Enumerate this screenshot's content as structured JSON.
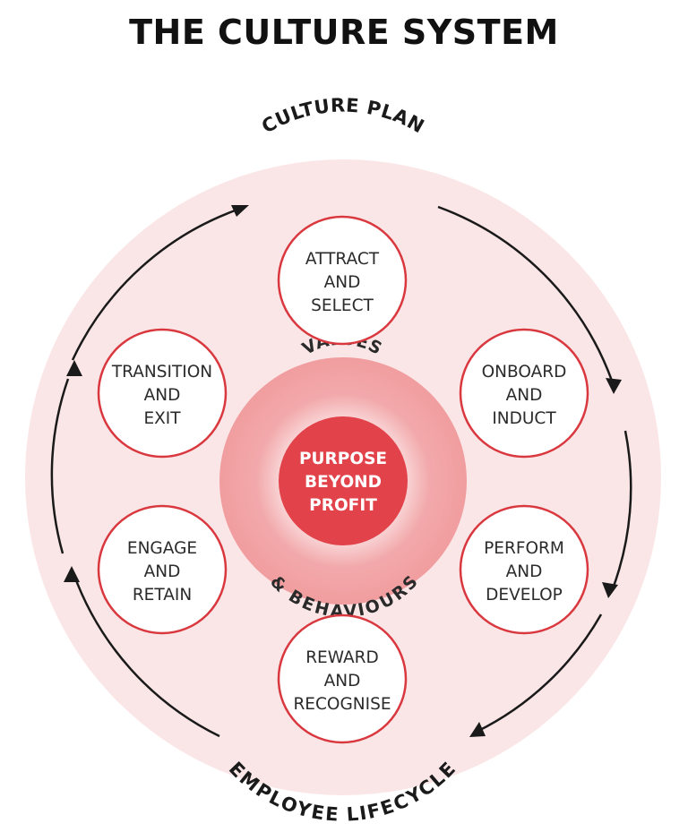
{
  "title": "THE CULTURE SYSTEM",
  "outer": {
    "top_label": "CULTURE PLAN",
    "bottom_label": "EMPLOYEE LIFECYCLE"
  },
  "values_ring": {
    "top_label": "VALUES",
    "bottom_label": "& BEHAVIOURS"
  },
  "core": {
    "lines": [
      "PURPOSE",
      "BEYOND",
      "PROFIT"
    ]
  },
  "stages": [
    {
      "lines": [
        "ATTRACT",
        "AND",
        "SELECT"
      ]
    },
    {
      "lines": [
        "ONBOARD",
        "AND",
        "INDUCT"
      ]
    },
    {
      "lines": [
        "PERFORM",
        "AND",
        "DEVELOP"
      ]
    },
    {
      "lines": [
        "REWARD",
        "AND",
        "RECOGNISE"
      ]
    },
    {
      "lines": [
        "ENGAGE",
        "AND",
        "RETAIN"
      ]
    },
    {
      "lines": [
        "TRANSITION",
        "AND",
        "EXIT"
      ]
    }
  ],
  "colors": {
    "outer_fill": "#fbe6e7",
    "ring_fill": "#f2a9ab",
    "core_fill": "#e2434a",
    "node_stroke": "#d9383f",
    "arrow": "#1a1a1a"
  }
}
